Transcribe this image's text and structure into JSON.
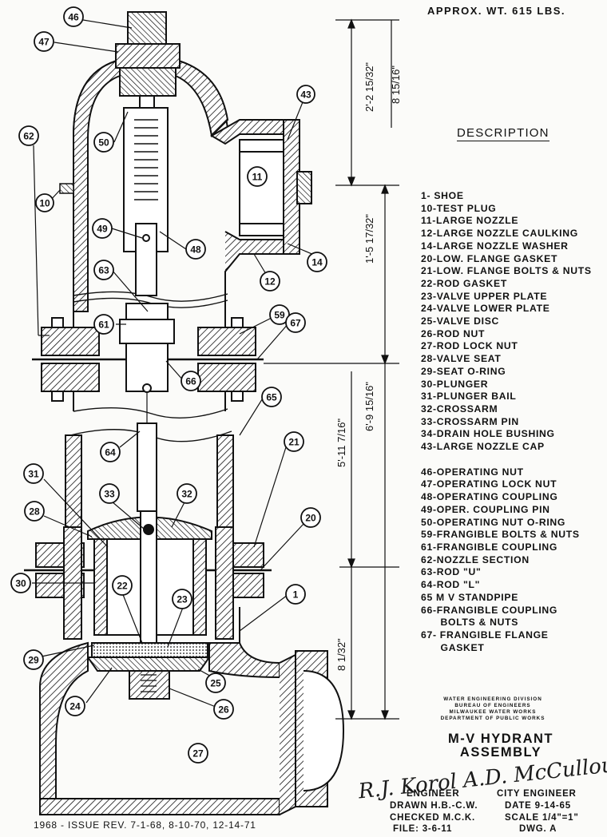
{
  "header": {
    "weight": "APPROX. WT. 615 LBS."
  },
  "description": {
    "heading": "DESCRIPTION",
    "parts": [
      "1- SHOE",
      "10-TEST PLUG",
      "11-LARGE NOZZLE",
      "12-LARGE NOZZLE CAULKING",
      "14-LARGE NOZZLE WASHER",
      "20-LOW. FLANGE GASKET",
      "21-LOW. FLANGE BOLTS & NUTS",
      "22-ROD GASKET",
      "23-VALVE UPPER PLATE",
      "24-VALVE LOWER PLATE",
      "25-VALVE DISC",
      "26-ROD NUT",
      "27-ROD LOCK NUT",
      "28-VALVE SEAT",
      "29-SEAT O-RING",
      "30-PLUNGER",
      "31-PLUNGER BAIL",
      "32-CROSSARM",
      "33-CROSSARM PIN",
      "34-DRAIN HOLE BUSHING",
      "43-LARGE NOZZLE CAP",
      "46-OPERATING NUT",
      "47-OPERATING LOCK NUT",
      "48-OPERATING COUPLING",
      "49-OPER. COUPLING PIN",
      "50-OPERATING NUT O-RING",
      "59-FRANGIBLE BOLTS & NUTS",
      "61-FRANGIBLE COUPLING",
      "62-NOZZLE SECTION",
      "63-ROD \"U\"",
      "64-ROD \"L\"",
      "65 M V STANDPIPE",
      "66-FRANGIBLE COUPLING",
      "      BOLTS & NUTS",
      "67- FRANGIBLE FLANGE",
      "      GASKET"
    ]
  },
  "dimensions": {
    "upper": "2'-2 15/32\"",
    "top_right": "8 15/16\"",
    "middle": "1'-5 17/32\"",
    "overall": "6'-9 15/16\"",
    "standpipe": "5'-11 7/16\"",
    "bottom": "8 1/32\""
  },
  "callouts": [
    "46",
    "47",
    "43",
    "62",
    "50",
    "11",
    "10",
    "49",
    "48",
    "14",
    "63",
    "12",
    "61",
    "59",
    "67",
    "66",
    "65",
    "64",
    "21",
    "31",
    "33",
    "32",
    "28",
    "20",
    "30",
    "22",
    "23",
    "1",
    "29",
    "24",
    "25",
    "26",
    "27"
  ],
  "title_block": {
    "division": [
      "WATER ENGINEERING DIVISION",
      "BUREAU OF ENGINEERS",
      "MILWAUKEE WATER WORKS",
      "DEPARTMENT OF PUBLIC WORKS"
    ],
    "title_line1": "M-V HYDRANT",
    "title_line2": "ASSEMBLY",
    "signature": "R.J. Korol  A.D. McCullough",
    "engineer_label": "ENGINEER",
    "city_engineer_label": "CITY ENGINEER",
    "drawn": "DRAWN H.B.-C.W.",
    "date": "DATE 9-14-65",
    "checked": "CHECKED M.C.K.",
    "scale": "SCALE 1/4\"=1\"",
    "file": "FILE: 3-6-11",
    "dwg": "DWG. A"
  },
  "footer": {
    "issue": "1968 - ISSUE   REV. 7-1-68, 8-10-70, 12-14-71"
  }
}
